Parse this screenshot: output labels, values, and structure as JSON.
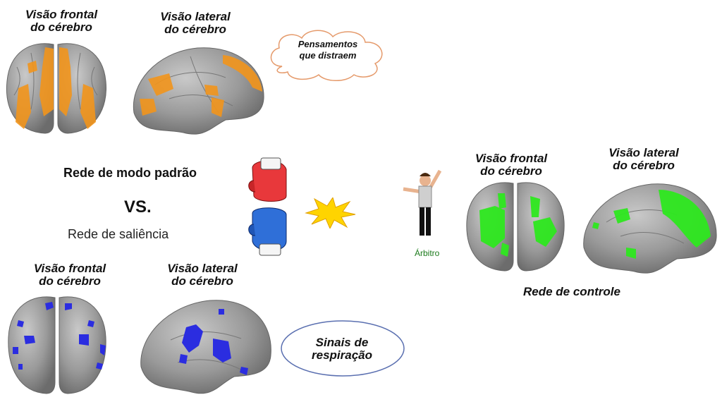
{
  "networks": {
    "default_mode": {
      "name": "Rede de modo padrão",
      "color": "#f2951c",
      "frontal_label": [
        "Visão frontal",
        "do cérebro"
      ],
      "lateral_label": [
        "Visão lateral",
        "do cérebro"
      ],
      "associated": "Pensamentos que distraem",
      "associated_lines": [
        "Pensamentos",
        "que distraem"
      ]
    },
    "versus": "VS.",
    "salience": {
      "name": "Rede de saliência",
      "color": "#2b2de0",
      "frontal_label": [
        "Visão frontal",
        "do cérebro"
      ],
      "lateral_label": [
        "Visão lateral",
        "do cérebro"
      ],
      "associated": "Sinais de respiração",
      "associated_lines": [
        "Sinais de",
        "respiração"
      ]
    },
    "control": {
      "name": "Rede de controle",
      "color": "#2ee81f",
      "frontal_label": [
        "Visão frontal",
        "do cérebro"
      ],
      "lateral_label": [
        "Visão lateral",
        "do cérebro"
      ],
      "role": "Árbitro"
    }
  },
  "icons": [
    "boxing-glove-red-icon",
    "boxing-glove-blue-icon",
    "impact-star-icon",
    "referee-icon"
  ],
  "colors": {
    "brain_gray": "#9a9a9a",
    "glove_red": "#e8383b",
    "glove_blue": "#2f6fd8",
    "impact": "#ffd400",
    "referee_label": "#1b7a1b"
  }
}
